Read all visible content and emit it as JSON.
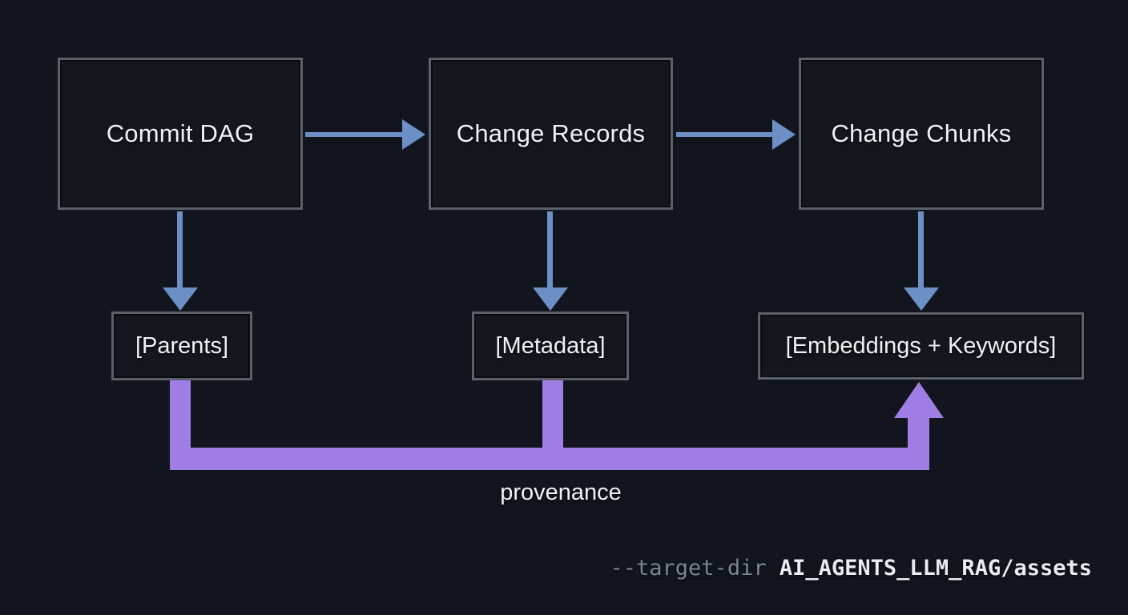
{
  "diagram": {
    "top_nodes": [
      {
        "label": "Commit DAG"
      },
      {
        "label": "Change Records"
      },
      {
        "label": "Change Chunks"
      }
    ],
    "bottom_nodes": [
      {
        "label": "[Parents]"
      },
      {
        "label": "[Metadata]"
      },
      {
        "label": "[Embeddings + Keywords]"
      }
    ],
    "edges": {
      "provenance_label": "provenance"
    }
  },
  "footer": {
    "flag": "--target-dir",
    "separator": " ",
    "value": "AI_AGENTS_LLM_RAG/assets"
  },
  "colors": {
    "background": "#12151e",
    "node_fill": "#15171f",
    "node_border": "#5a616b",
    "arrow_blue": "#6c8fc5",
    "provenance_purple": "#a17de6",
    "text": "#f0f1f3",
    "flag_gray": "#7b8594"
  }
}
